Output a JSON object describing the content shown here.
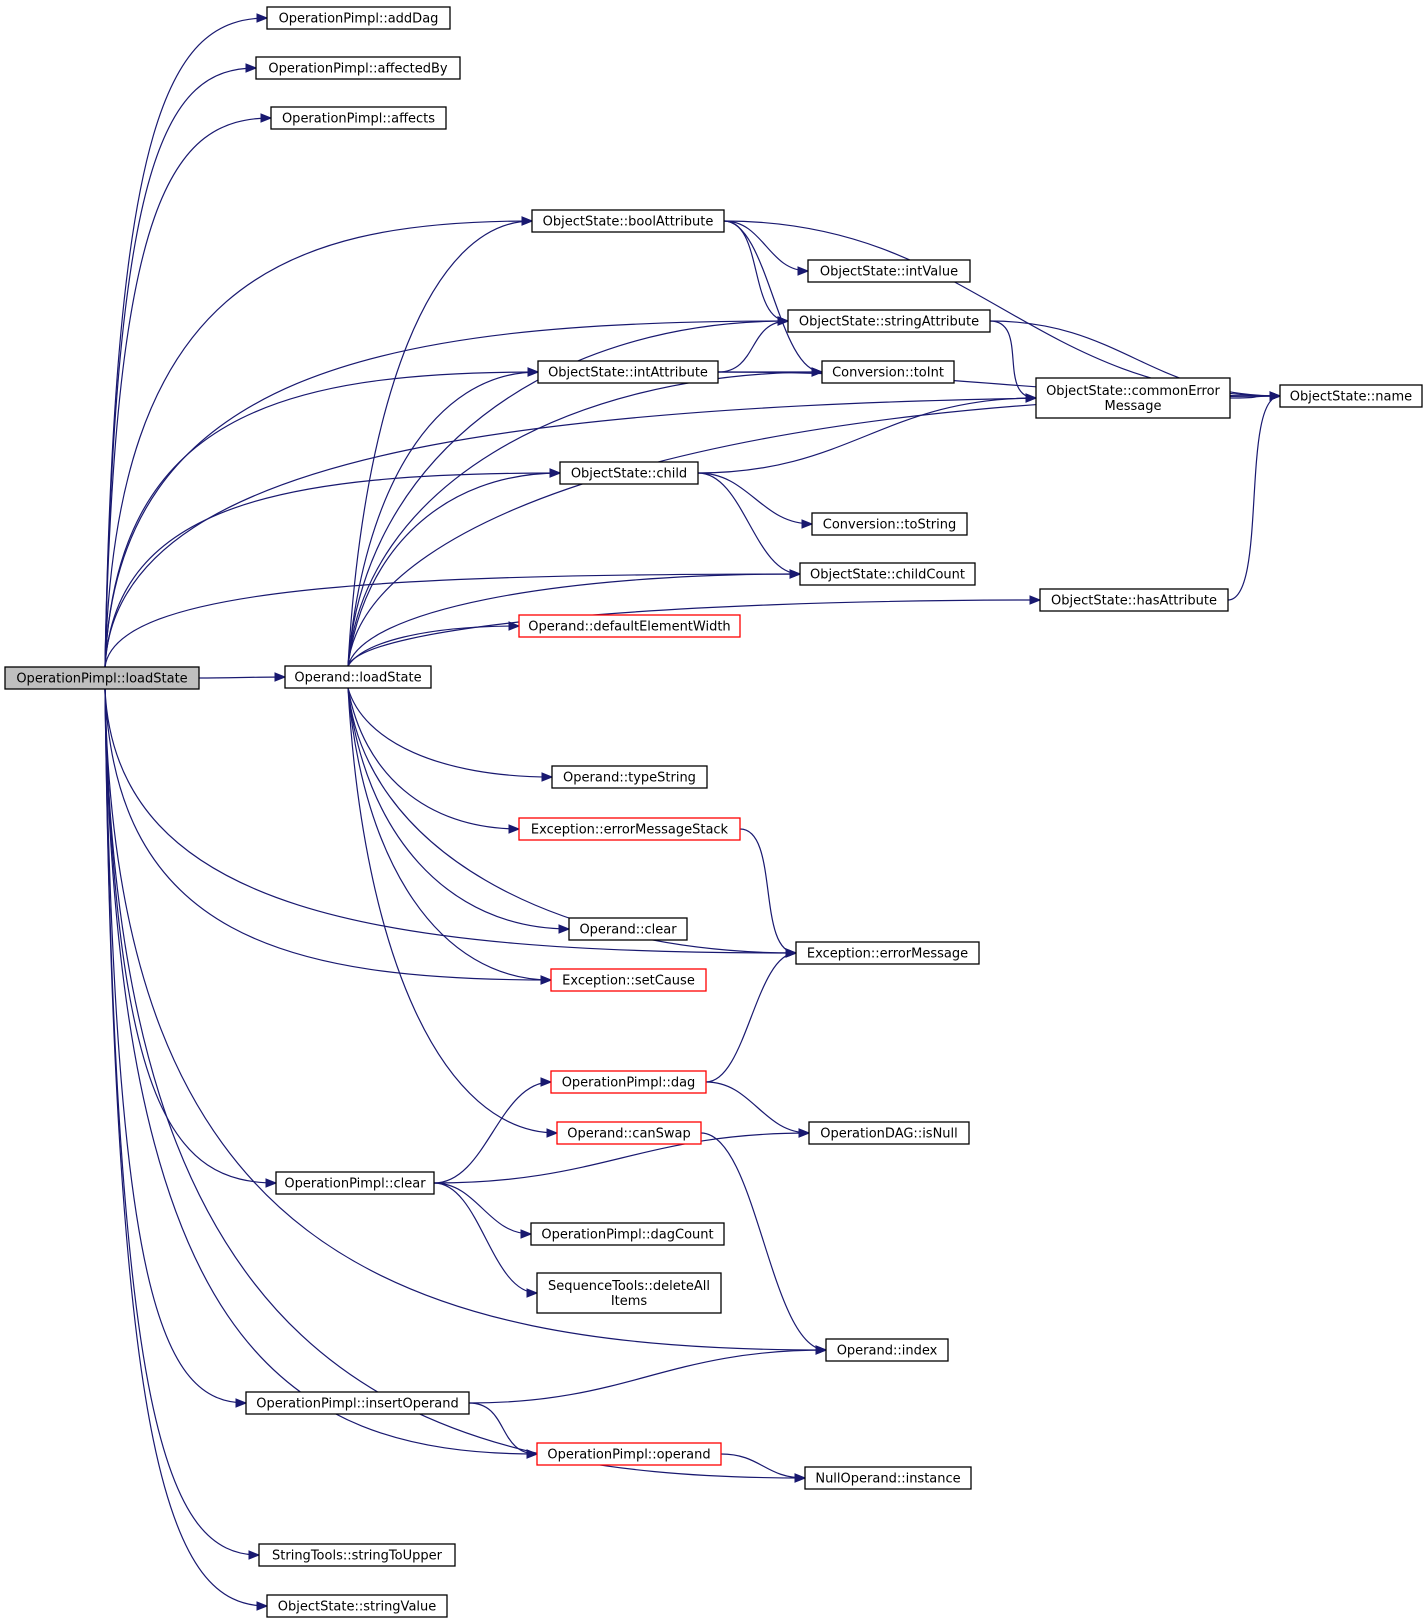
{
  "diagram": {
    "nodes": [
      {
        "id": "root",
        "lines": [
          "OperationPimpl::loadState"
        ],
        "style": "root"
      },
      {
        "id": "addDag",
        "lines": [
          "OperationPimpl::addDag"
        ],
        "style": "normal"
      },
      {
        "id": "affectedBy",
        "lines": [
          "OperationPimpl::affectedBy"
        ],
        "style": "normal"
      },
      {
        "id": "affects",
        "lines": [
          "OperationPimpl::affects"
        ],
        "style": "normal"
      },
      {
        "id": "boolAttribute",
        "lines": [
          "ObjectState::boolAttribute"
        ],
        "style": "normal"
      },
      {
        "id": "intValue",
        "lines": [
          "ObjectState::intValue"
        ],
        "style": "normal"
      },
      {
        "id": "stringAttribute",
        "lines": [
          "ObjectState::stringAttribute"
        ],
        "style": "normal"
      },
      {
        "id": "intAttribute",
        "lines": [
          "ObjectState::intAttribute"
        ],
        "style": "normal"
      },
      {
        "id": "toInt",
        "lines": [
          "Conversion::toInt"
        ],
        "style": "normal"
      },
      {
        "id": "commonError",
        "lines": [
          "ObjectState::commonError",
          "Message"
        ],
        "style": "normal"
      },
      {
        "id": "name",
        "lines": [
          "ObjectState::name"
        ],
        "style": "normal"
      },
      {
        "id": "child",
        "lines": [
          "ObjectState::child"
        ],
        "style": "normal"
      },
      {
        "id": "toString",
        "lines": [
          "Conversion::toString"
        ],
        "style": "normal"
      },
      {
        "id": "childCount",
        "lines": [
          "ObjectState::childCount"
        ],
        "style": "normal"
      },
      {
        "id": "hasAttribute",
        "lines": [
          "ObjectState::hasAttribute"
        ],
        "style": "normal"
      },
      {
        "id": "defaultElementWidth",
        "lines": [
          "Operand::defaultElementWidth"
        ],
        "style": "red"
      },
      {
        "id": "operandLoadState",
        "lines": [
          "Operand::loadState"
        ],
        "style": "normal"
      },
      {
        "id": "typeString",
        "lines": [
          "Operand::typeString"
        ],
        "style": "normal"
      },
      {
        "id": "errorMessageStack",
        "lines": [
          "Exception::errorMessageStack"
        ],
        "style": "red"
      },
      {
        "id": "operandClear",
        "lines": [
          "Operand::clear"
        ],
        "style": "normal"
      },
      {
        "id": "errorMessage",
        "lines": [
          "Exception::errorMessage"
        ],
        "style": "normal"
      },
      {
        "id": "setCause",
        "lines": [
          "Exception::setCause"
        ],
        "style": "red"
      },
      {
        "id": "dag",
        "lines": [
          "OperationPimpl::dag"
        ],
        "style": "red"
      },
      {
        "id": "canSwap",
        "lines": [
          "Operand::canSwap"
        ],
        "style": "red"
      },
      {
        "id": "isNull",
        "lines": [
          "OperationDAG::isNull"
        ],
        "style": "normal"
      },
      {
        "id": "pimplClear",
        "lines": [
          "OperationPimpl::clear"
        ],
        "style": "normal"
      },
      {
        "id": "dagCount",
        "lines": [
          "OperationPimpl::dagCount"
        ],
        "style": "normal"
      },
      {
        "id": "deleteAll",
        "lines": [
          "SequenceTools::deleteAll",
          "Items"
        ],
        "style": "normal"
      },
      {
        "id": "index",
        "lines": [
          "Operand::index"
        ],
        "style": "normal"
      },
      {
        "id": "insertOperand",
        "lines": [
          "OperationPimpl::insertOperand"
        ],
        "style": "normal"
      },
      {
        "id": "operand",
        "lines": [
          "OperationPimpl::operand"
        ],
        "style": "red"
      },
      {
        "id": "instance",
        "lines": [
          "NullOperand::instance"
        ],
        "style": "normal"
      },
      {
        "id": "stringToUpper",
        "lines": [
          "StringTools::stringToUpper"
        ],
        "style": "normal"
      },
      {
        "id": "stringValue",
        "lines": [
          "ObjectState::stringValue"
        ],
        "style": "normal"
      }
    ],
    "edges": [
      [
        "root",
        "addDag"
      ],
      [
        "root",
        "affectedBy"
      ],
      [
        "root",
        "affects"
      ],
      [
        "root",
        "name"
      ],
      [
        "root",
        "boolAttribute"
      ],
      [
        "root",
        "stringAttribute"
      ],
      [
        "root",
        "intAttribute"
      ],
      [
        "root",
        "child"
      ],
      [
        "root",
        "childCount"
      ],
      [
        "root",
        "operandLoadState"
      ],
      [
        "root",
        "setCause"
      ],
      [
        "root",
        "errorMessage"
      ],
      [
        "root",
        "pimplClear"
      ],
      [
        "root",
        "index"
      ],
      [
        "root",
        "insertOperand"
      ],
      [
        "root",
        "operand"
      ],
      [
        "root",
        "instance"
      ],
      [
        "root",
        "stringToUpper"
      ],
      [
        "root",
        "stringValue"
      ],
      [
        "boolAttribute",
        "name"
      ],
      [
        "boolAttribute",
        "intValue"
      ],
      [
        "boolAttribute",
        "stringAttribute"
      ],
      [
        "boolAttribute",
        "toInt"
      ],
      [
        "stringAttribute",
        "name"
      ],
      [
        "stringAttribute",
        "commonError"
      ],
      [
        "intAttribute",
        "stringAttribute"
      ],
      [
        "intAttribute",
        "toInt"
      ],
      [
        "intAttribute",
        "name"
      ],
      [
        "commonError",
        "name"
      ],
      [
        "child",
        "commonError"
      ],
      [
        "child",
        "toString"
      ],
      [
        "child",
        "childCount"
      ],
      [
        "hasAttribute",
        "name"
      ],
      [
        "operandLoadState",
        "boolAttribute"
      ],
      [
        "operandLoadState",
        "stringAttribute"
      ],
      [
        "operandLoadState",
        "intAttribute"
      ],
      [
        "operandLoadState",
        "toInt"
      ],
      [
        "operandLoadState",
        "child"
      ],
      [
        "operandLoadState",
        "childCount"
      ],
      [
        "operandLoadState",
        "defaultElementWidth"
      ],
      [
        "operandLoadState",
        "hasAttribute"
      ],
      [
        "operandLoadState",
        "name"
      ],
      [
        "operandLoadState",
        "typeString"
      ],
      [
        "operandLoadState",
        "errorMessageStack"
      ],
      [
        "operandLoadState",
        "errorMessage"
      ],
      [
        "operandLoadState",
        "operandClear"
      ],
      [
        "operandLoadState",
        "setCause"
      ],
      [
        "operandLoadState",
        "canSwap"
      ],
      [
        "errorMessageStack",
        "errorMessage"
      ],
      [
        "dag",
        "errorMessage"
      ],
      [
        "dag",
        "isNull"
      ],
      [
        "canSwap",
        "index"
      ],
      [
        "pimplClear",
        "dag"
      ],
      [
        "pimplClear",
        "isNull"
      ],
      [
        "pimplClear",
        "dagCount"
      ],
      [
        "pimplClear",
        "deleteAll"
      ],
      [
        "insertOperand",
        "index"
      ],
      [
        "insertOperand",
        "operand"
      ],
      [
        "operand",
        "instance"
      ]
    ]
  }
}
